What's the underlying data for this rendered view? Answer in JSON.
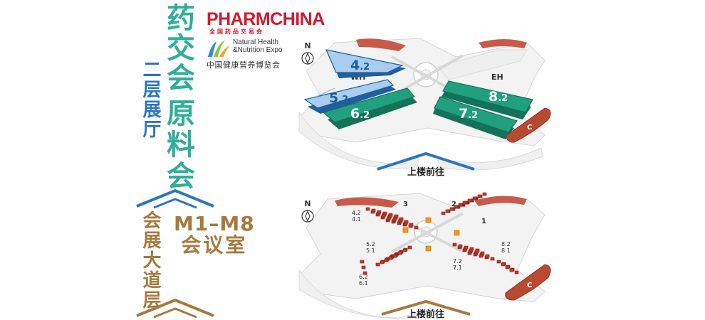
{
  "left_panel": {
    "title_main": "药交会",
    "title_sub": "原料会",
    "floor2_label": "二层展厅",
    "floor1_label": "会展大道层",
    "meeting_rooms": "M1–M8",
    "meeting_label": "会议室",
    "colors": {
      "teal": "#2fae9a",
      "blue": "#2a76c0",
      "brown": "#a67a3f"
    }
  },
  "logo": {
    "brand_name": "PHARMCHINA",
    "brand_cn": "全国药品交易会",
    "nh_line1": "Natural Health",
    "nh_line2": "&Nutrition Expo",
    "nh_cn": "中国健康营养博览会",
    "brand_color": "#d7172f"
  },
  "top_map": {
    "north": "N",
    "wh": "WH",
    "eh": "EH",
    "halls": [
      {
        "id": "4.2",
        "main": "4",
        "sub": ".2",
        "color": "#a8cdef"
      },
      {
        "id": "5.2",
        "main": "5",
        "sub": ".2",
        "color": "#a8cdef"
      },
      {
        "id": "6.2",
        "main": "6",
        "sub": ".2",
        "color": "#20a07e"
      },
      {
        "id": "8.2",
        "main": "8",
        "sub": ".2",
        "color": "#20a07e"
      },
      {
        "id": "7.2",
        "main": "7",
        "sub": ".2",
        "color": "#20a07e"
      }
    ],
    "c_label": "C",
    "upstairs": "上楼前往",
    "arrow_color": "#2a76c0"
  },
  "bottom_map": {
    "north": "N",
    "zone_labels": [
      "3",
      "2",
      "1",
      "C"
    ],
    "left_top_labels": [
      "4.2",
      "4.1"
    ],
    "left_bottom_labels": [
      "5.2",
      "5 1",
      "6.2",
      "6.1"
    ],
    "right_labels": [
      "8.2",
      "8 1",
      "7.2",
      "7.1"
    ],
    "upstairs": "上楼前往",
    "arrow_color": "#a67a3f",
    "marker_color": "#c0392b",
    "lift_color": "#f39c12"
  }
}
